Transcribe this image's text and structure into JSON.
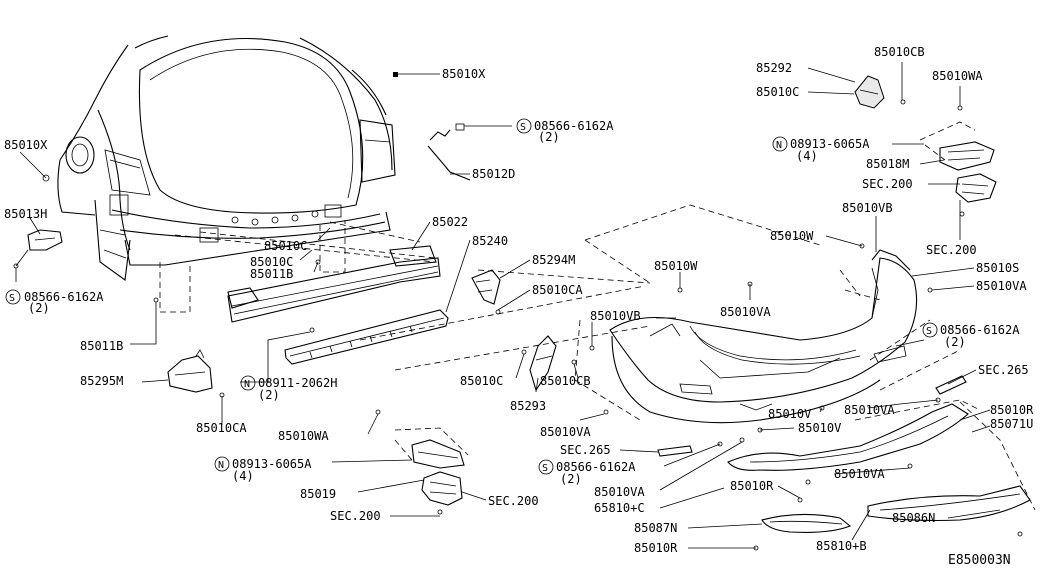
{
  "diagram_id": "E850003N",
  "labels": {
    "l01": "85010X",
    "l02": "85010X",
    "l03": "08566-6162A",
    "l04": "(2)",
    "l05": "85012D",
    "l06": "85013H",
    "l07": "85010C",
    "l08": "85010C",
    "l09": "85011B",
    "l10": "85022",
    "l11": "85240",
    "l12": "08566-6162A",
    "l13": "(2)",
    "l14": "85011B",
    "l15": "85294M",
    "l16": "85010CA",
    "l17": "85295M",
    "l18": "08911-2062H",
    "l19": "(2)",
    "l20": "85010CA",
    "l21": "85010WA",
    "l22": "08913-6065A",
    "l23": "(4)",
    "l24": "85019",
    "l25": "SEC.200",
    "l26": "SEC.200",
    "l27": "85010CB",
    "l28": "85292",
    "l29": "85010WA",
    "l30": "85010C",
    "l31": "08913-6065A",
    "l32": "(4)",
    "l33": "85018M",
    "l34": "SEC.200",
    "l35": "85010VB",
    "l36": "SEC.200",
    "l37": "85010W",
    "l38": "85010W",
    "l39": "85010S",
    "l40": "85010VA",
    "l41": "85010VA",
    "l42": "85010VB",
    "l43": "08566-6162A",
    "l44": "(2)",
    "l45": "SEC.265",
    "l46": "85010C",
    "l47": "85010CB",
    "l48": "85293",
    "l49": "85010VA",
    "l50": "85010V",
    "l51": "85010VA",
    "l52": "85010R",
    "l53": "85071U",
    "l54": "85010V",
    "l55": "SEC.265",
    "l56": "08566-6162A",
    "l57": "(2)",
    "l58": "85010VA",
    "l59": "85010VA",
    "l60": "85010R",
    "l61": "65810+C",
    "l62": "85087N",
    "l63": "85010R",
    "l64": "85810+B",
    "l65": "85086N"
  },
  "symbols": {
    "s": "S",
    "n": "N"
  }
}
